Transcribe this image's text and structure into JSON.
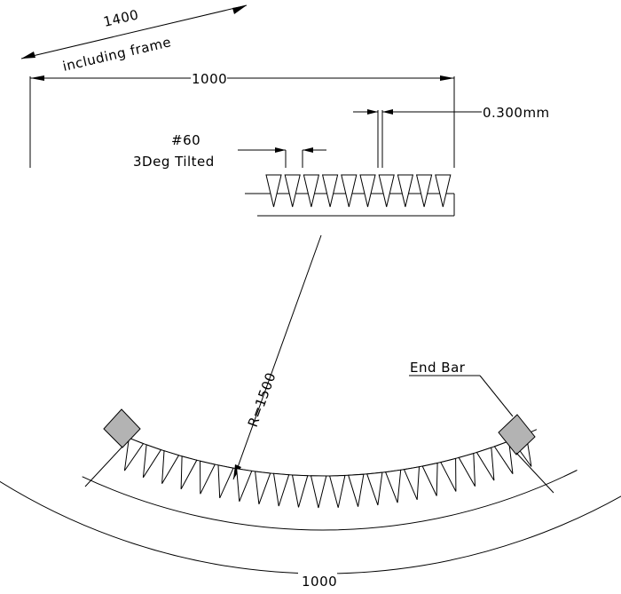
{
  "labels": {
    "overall_width": "1400",
    "overall_width_note": "including frame",
    "inner_width_top": "1000",
    "slot_gap": "0.300mm",
    "wire_number": "#60",
    "wire_tilt": "3Deg Tilted",
    "radius": "R=1500",
    "end_bar": "End Bar",
    "inner_width_bottom": "1000"
  },
  "colors": {
    "line": "#000000",
    "end_bar_fill": "#b3b3b3",
    "background": "#ffffff"
  }
}
